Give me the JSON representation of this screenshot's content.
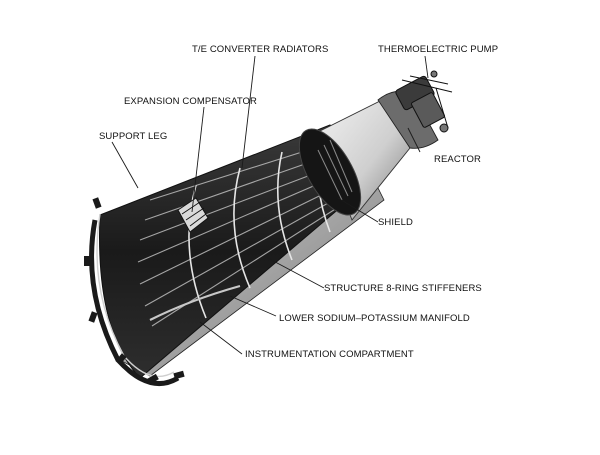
{
  "labels": {
    "te_radiators": "T/E CONVERTER RADIATORS",
    "thermoelectric_pump": "THERMOELECTRIC PUMP",
    "expansion_compensator": "EXPANSION COMPENSATOR",
    "support_leg": "SUPPORT LEG",
    "reactor": "REACTOR",
    "shield": "SHIELD",
    "ring_stiffeners": "STRUCTURE 8-RING STIFFENERS",
    "lower_manifold": "LOWER SODIUM–POTASSIUM MANIFOLD",
    "instrumentation": "INSTRUMENTATION COMPARTMENT"
  }
}
